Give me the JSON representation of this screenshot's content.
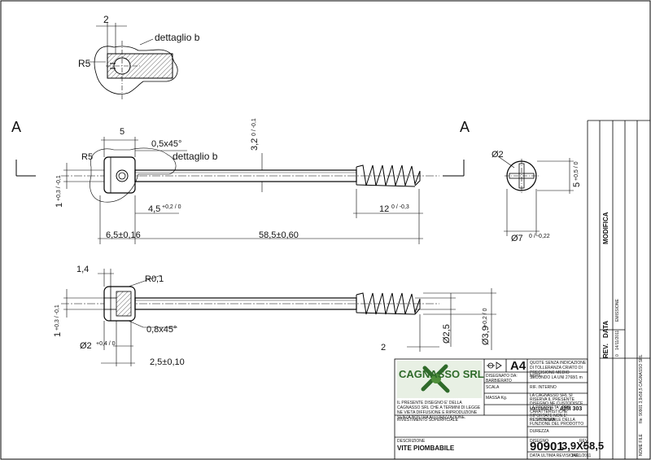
{
  "view_labels": {
    "section_left": "A",
    "section_right": "A",
    "detail_top": "dettaglio b",
    "detail_main": "dettaglio b"
  },
  "dims": {
    "top_2": "2",
    "top_r5": "R5",
    "d5": "5",
    "d05x45": "0,5x45°",
    "r5": "R5",
    "d32": "3,2",
    "d32_tol": "0 / -0,1",
    "d1": "1",
    "d1_tol": "+0,3 / -0,1",
    "d45": "4,5",
    "d45_tol": "+0,2 / 0",
    "d12": "12",
    "d12_tol": "0 / -0,3",
    "d65": "6,5±0,16",
    "d585": "58,5±0,60",
    "phi2": "Ø2",
    "d5b": "5",
    "d5b_tol": "+0,5 / 0",
    "phi7": "Ø7",
    "phi7_tol": "0 / -0,22",
    "d14": "1,4",
    "r01": "R0,1",
    "d1b": "1",
    "d1b_tol": "+0,3 / -0,1",
    "d08x45": "0,8x45°",
    "phi2b": "Ø2",
    "phi2b_tol": "+0,4 / 0",
    "d25": "2,5±0,10",
    "d2": "2",
    "phi25": "Ø2,5",
    "phi39": "Ø3,9",
    "phi39_tol": "+0,2 / 0"
  },
  "revision": {
    "modifica": "MODIFICA",
    "rev": "REV.",
    "data": "DATA",
    "emissione": "EMISSIONE",
    "rev0": "0",
    "rev0_date": "14/11/2011"
  },
  "title_block": {
    "company": "CAGNASSO SRL",
    "format": "A4",
    "tolerance_note": "QUOTE SENZA INDICAZIONE DI TOLLERANZA CRIATO DI PRECISIONE MEDIO SECONDO LA UNI 2768/1 m",
    "designed_by_label": "DISEGNATO DA:",
    "designed_by": "BARBIERATO",
    "note_label": "NOTE",
    "scale_label": "SCALA",
    "rif_label": "RIF. INTERNO",
    "mass_label": "MASSA Kg.",
    "rights_note": "LA CAGNASSO SRL SI RISERVA IL PRESENTE DISEGNO NE CUSTODISCE LA PROPRIETA'. PER CARATTERISTICHE RIPORTATE NON E' RESPONSABILE DELLA FUNZIONE DEL PRODOTTO",
    "copyright": "IL PRESENTE DISEGNO E' DELLA CAGNASSO SRL CHE A TERMINI DI LEGGE NE VIETA DIFFUSIONE E RIPRODUZIONE SENZA NOSTRA AUTORIZZAZIONE.",
    "material_label": "MATERIALE",
    "material": "AISI 303",
    "coating_label": "RIVESTIMENTO SUPERFICIALE",
    "resistance_label": "RESISTENZA",
    "hardness_label": "DUREZZA",
    "description_label": "DESCRIZIONE",
    "description": "VITE PIOMBABILE",
    "drawing_label": "DISEGNO",
    "drawing_number": "90901",
    "drawing_spec": "3,9X58,5",
    "rev_label": "REV.",
    "rev_value": "-",
    "last_rev_label": "DATA ULTIMA REVISIONE",
    "last_rev_date": "14/11/2011",
    "file_label": "NOME FILE",
    "file_name": "file: 90901 3,9x58,5 CAGNASSO SRL"
  }
}
